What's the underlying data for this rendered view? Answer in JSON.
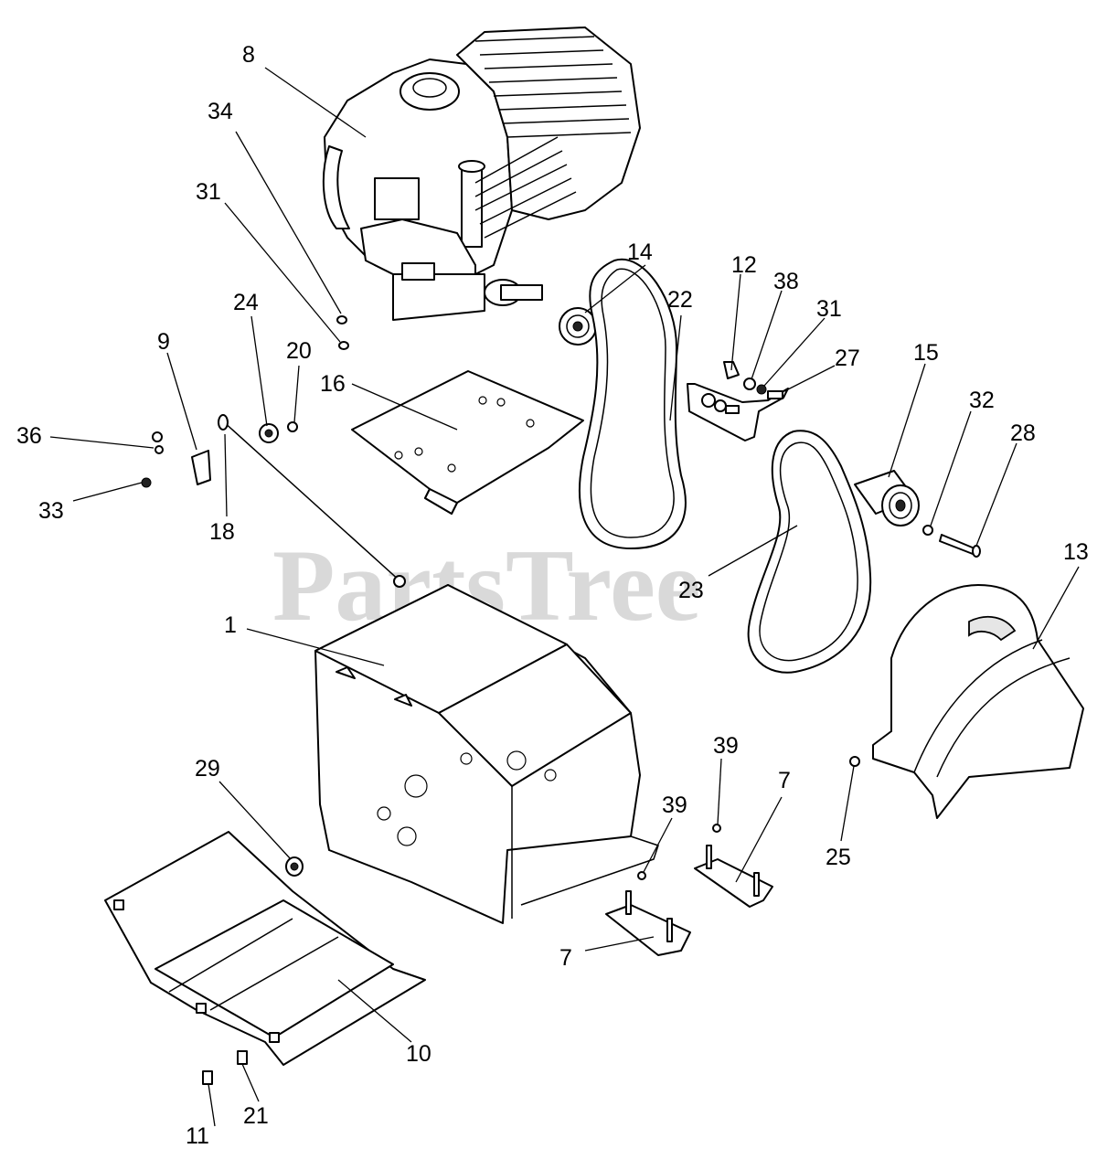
{
  "diagram": {
    "watermark": "PartsTree",
    "watermark_tm": "™",
    "callouts": {
      "c1": "1",
      "c7a": "7",
      "c7b": "7",
      "c8": "8",
      "c9": "9",
      "c10": "10",
      "c11": "11",
      "c12": "12",
      "c13": "13",
      "c14": "14",
      "c15": "15",
      "c16": "16",
      "c18": "18",
      "c20": "20",
      "c21": "21",
      "c22": "22",
      "c23": "23",
      "c24": "24",
      "c25": "25",
      "c27": "27",
      "c28": "28",
      "c29": "29",
      "c31a": "31",
      "c31b": "31",
      "c32": "32",
      "c33": "33",
      "c34": "34",
      "c36": "36",
      "c38": "38",
      "c39a": "39",
      "c39b": "39"
    }
  }
}
